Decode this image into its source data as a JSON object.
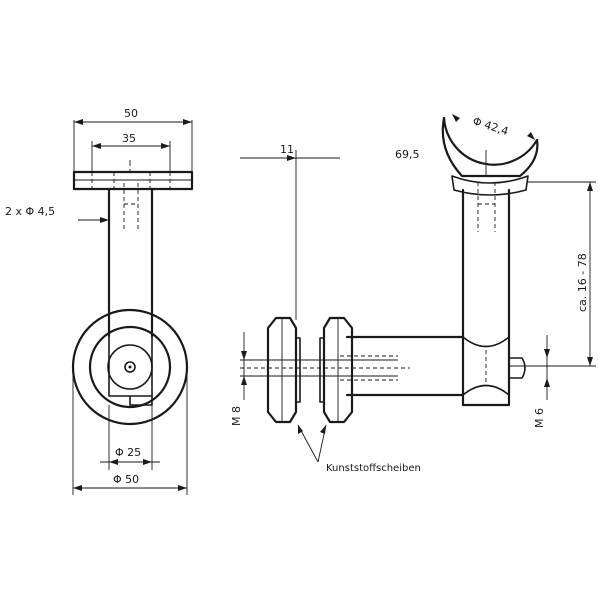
{
  "labels": {
    "width_overall": "50",
    "hole_spacing": "35",
    "holes": "2 x Φ 4,5",
    "disc_inner_dia": "Φ 25",
    "disc_outer_dia": "Φ 50",
    "wall_thickness": "11",
    "offset": "69,5",
    "tube_dia": "Φ 42,4",
    "height_range": "ca. 16 - 78",
    "thread_left": "M 8",
    "thread_right": "M 6",
    "note": "Kunststoffscheiben"
  }
}
